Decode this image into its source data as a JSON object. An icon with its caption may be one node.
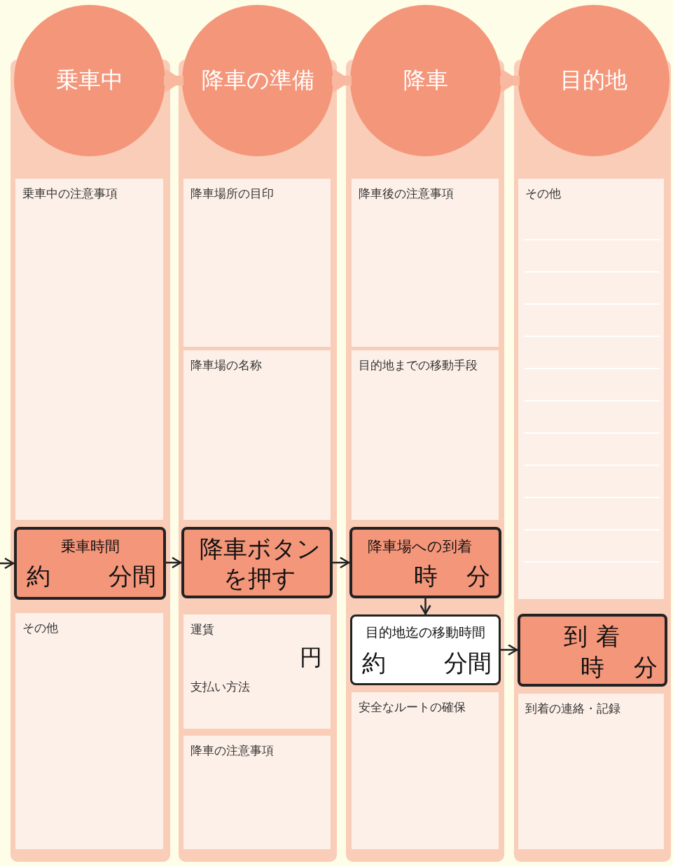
{
  "diagram": {
    "nodes": [
      {
        "text": [
          "乗車中"
        ]
      },
      {
        "text": [
          "降車の準備"
        ]
      },
      {
        "text": [
          "降車"
        ]
      },
      {
        "text": [
          "目的地"
        ]
      },
      {
        "text": [
          "乗車中の注意事項"
        ]
      },
      {
        "text": [
          "降車場所の目印"
        ]
      },
      {
        "text": [
          "降車後の注意事項"
        ]
      },
      {
        "text": [
          "その他"
        ]
      },
      {
        "text": [
          "降車場の名称"
        ]
      },
      {
        "text": [
          "目的地までの移動手段"
        ]
      },
      {
        "text": [
          "乗車時間",
          "約",
          "分間"
        ]
      },
      {
        "text": [
          "降車ボタンを押す"
        ]
      },
      {
        "text": [
          "降車場への到着",
          "時",
          "分"
        ]
      },
      {
        "text": [
          "その他"
        ]
      },
      {
        "text": [
          "運賃",
          "円",
          "支払い方法"
        ]
      },
      {
        "text": [
          "目的地迄の移動時間",
          "約",
          "分間"
        ]
      },
      {
        "text": [
          "到着",
          "時",
          "分"
        ]
      },
      {
        "text": [
          "安全なルートの確保"
        ]
      },
      {
        "text": [
          "到着の連絡・記録"
        ]
      },
      {
        "text": [
          "降車の注意事項"
        ]
      }
    ],
    "edges": [
      {
        "from": 0,
        "to": 1,
        "arrow": "to",
        "style": "thick",
        "color": "#f8b9a0"
      },
      {
        "from": 1,
        "to": 2,
        "arrow": "to",
        "style": "thick",
        "color": "#f8b9a0"
      },
      {
        "from": 2,
        "to": 3,
        "arrow": "to",
        "style": "thick",
        "color": "#f8b9a0"
      },
      {
        "from": null,
        "to": 10,
        "arrow": "to"
      },
      {
        "from": 10,
        "to": 11,
        "arrow": "to"
      },
      {
        "from": 11,
        "to": 12,
        "arrow": "to"
      },
      {
        "from": 12,
        "to": 15,
        "arrow": "to"
      },
      {
        "from": 15,
        "to": 16,
        "arrow": "to"
      }
    ]
  }
}
